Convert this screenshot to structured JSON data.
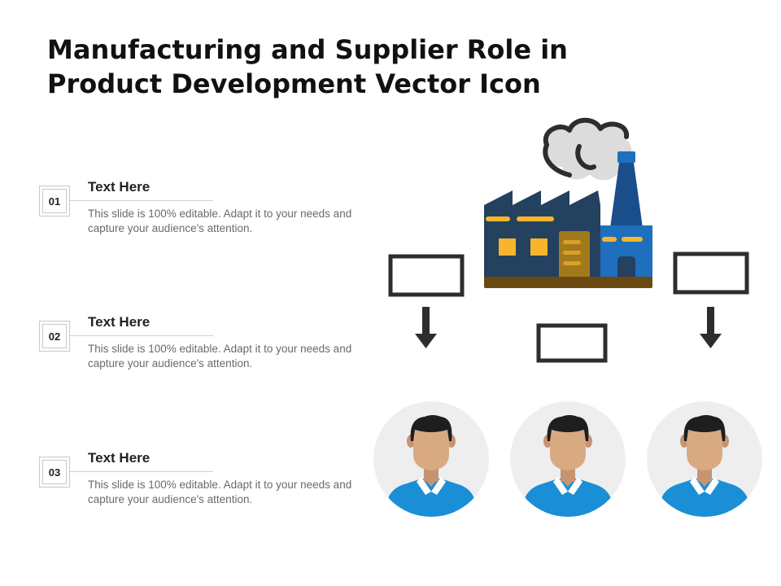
{
  "slide": {
    "title": "Manufacturing and Supplier Role in Product Development Vector Icon"
  },
  "items": [
    {
      "number": "01",
      "heading": "Text Here",
      "body": "This slide is 100% editable. Adapt it to your needs and capture your audience's attention."
    },
    {
      "number": "02",
      "heading": "Text Here",
      "body": "This slide is 100% editable. Adapt it to your needs and capture your audience's attention."
    },
    {
      "number": "03",
      "heading": "Text Here",
      "body": "This slide is 100% editable. Adapt it to your needs and capture your audience's attention."
    }
  ],
  "illustration": {
    "factory_icon": "factory-icon",
    "person_icon": "person-avatar-icon",
    "arrow_icon": "arrow-down-icon",
    "colors": {
      "factory_dark": "#24415f",
      "factory_blue": "#1f6fbf",
      "accent_yellow": "#f7b52b",
      "ground": "#6b4a12",
      "smoke": "#dcdcdc",
      "person_shirt": "#1a8fd6",
      "person_skin": "#d9aa82",
      "avatar_bg": "#eeeeee"
    }
  }
}
